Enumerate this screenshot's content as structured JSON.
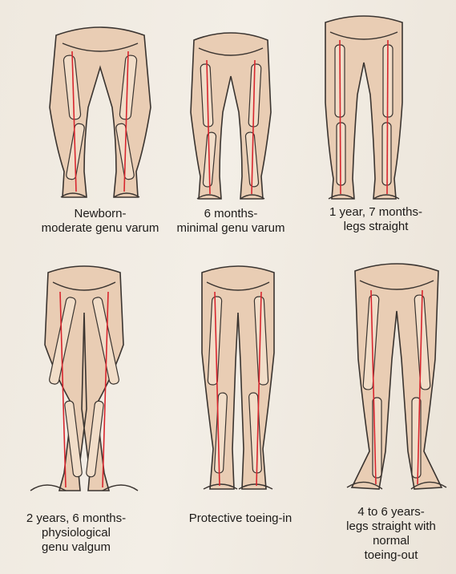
{
  "figures": [
    {
      "id": "newborn",
      "caption": [
        "Newborn-",
        "moderate genu varum"
      ]
    },
    {
      "id": "six-months",
      "caption": [
        "6 months-",
        "minimal genu varum"
      ]
    },
    {
      "id": "one-year-seven-months",
      "caption": [
        "1 year, 7 months-",
        "legs straight"
      ]
    },
    {
      "id": "two-years-six-months",
      "caption": [
        "2 years, 6 months-",
        "physiological",
        "genu valgum"
      ]
    },
    {
      "id": "protective-toeing-in",
      "caption": [
        "Protective toeing-in"
      ]
    },
    {
      "id": "four-to-six-years",
      "caption": [
        "4 to 6 years-",
        "legs straight with",
        "normal",
        "toeing-out"
      ]
    }
  ],
  "colors": {
    "skin": "#e9cdb4",
    "outline": "#3a3430",
    "bone": "#f1ddc8",
    "axis_line": "#d8262e",
    "page": "#efe9df"
  }
}
